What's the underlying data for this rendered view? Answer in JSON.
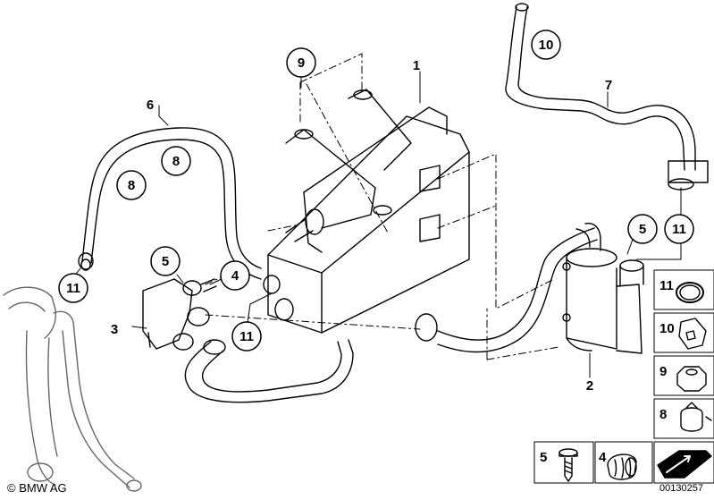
{
  "callouts": {
    "c1": "1",
    "c2": "2",
    "c3": "3",
    "c4": "4",
    "c5a": "5",
    "c5b": "5",
    "c6": "6",
    "c7": "7",
    "c8a": "8",
    "c8b": "8",
    "c9": "9",
    "c10": "10",
    "c11a": "11",
    "c11b": "11",
    "c11c": "11"
  },
  "legend": {
    "l11": "11",
    "l10": "10",
    "l9": "9",
    "l8": "8",
    "l5": "5",
    "l4": "4"
  },
  "footer": {
    "copyright": "© BMW AG",
    "reference": "00130257"
  }
}
